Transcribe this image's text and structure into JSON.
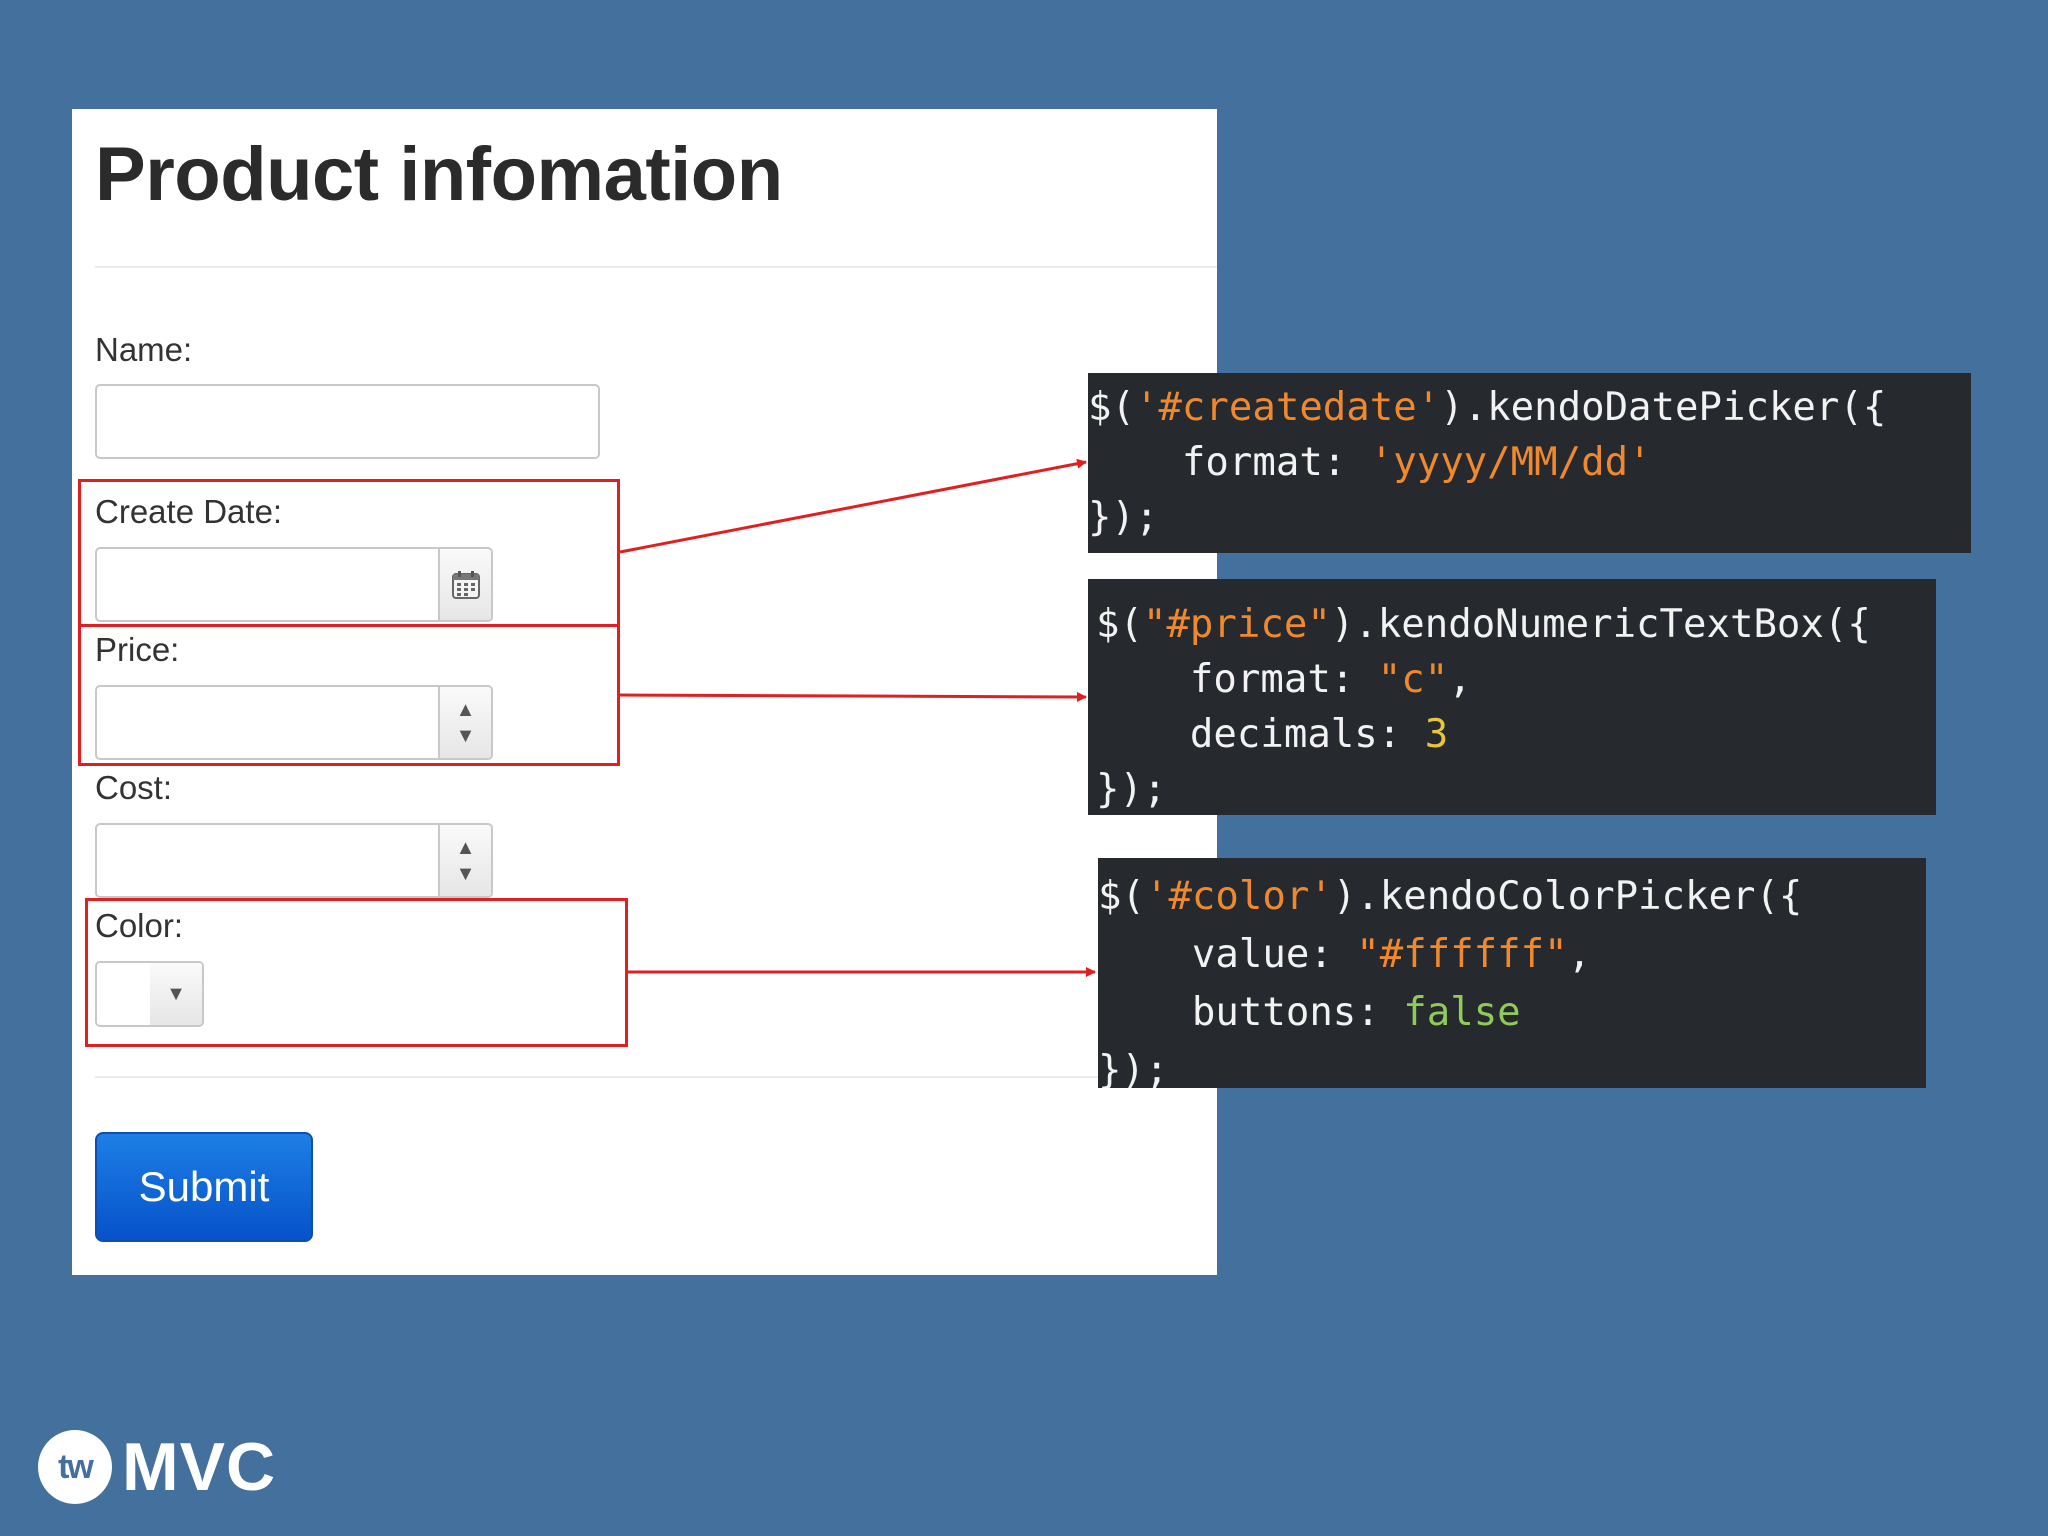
{
  "form": {
    "title": "Product infomation",
    "fields": {
      "name": {
        "label": "Name:",
        "value": ""
      },
      "create_date": {
        "label": "Create Date:",
        "value": "",
        "icon": "calendar-icon"
      },
      "price": {
        "label": "Price:",
        "value": ""
      },
      "cost": {
        "label": "Cost:",
        "value": ""
      },
      "color": {
        "label": "Color:",
        "value": "#ffffff"
      }
    },
    "submit_label": "Submit"
  },
  "spinner": {
    "up": "▲",
    "down": "▼"
  },
  "dropdown_arrow": "▼",
  "code_blocks": {
    "datepicker": {
      "line1_a": "$(",
      "line1_str": "'#createdate'",
      "line1_b": ").kendoDatePicker({",
      "line2_key": "    format: ",
      "line2_str": "'yyyy/MM/dd'",
      "line3": "});"
    },
    "numeric": {
      "line1_a": "$(",
      "line1_str": "\"#price\"",
      "line1_b": ").kendoNumericTextBox({",
      "line2_key": "    format: ",
      "line2_str": "\"c\"",
      "line2_end": ",",
      "line3_key": "    decimals: ",
      "line3_num": "3",
      "line4": "});"
    },
    "colorpicker": {
      "line1_a": "$(",
      "line1_str": "'#color'",
      "line1_b": ").kendoColorPicker({",
      "line2_key": "    value: ",
      "line2_str": "\"#ffffff\"",
      "line2_end": ",",
      "line3_key": "    buttons: ",
      "line3_bool": "false",
      "line4": "});"
    }
  },
  "colors": {
    "background": "#44709d",
    "highlight": "#e02020",
    "code_bg": "#262a2e",
    "string": "#f0882e",
    "number": "#e8c53c",
    "boolean": "#8fca5a",
    "submit": "#0652c9"
  },
  "logo": {
    "mark": "tw",
    "text": "MVC"
  }
}
